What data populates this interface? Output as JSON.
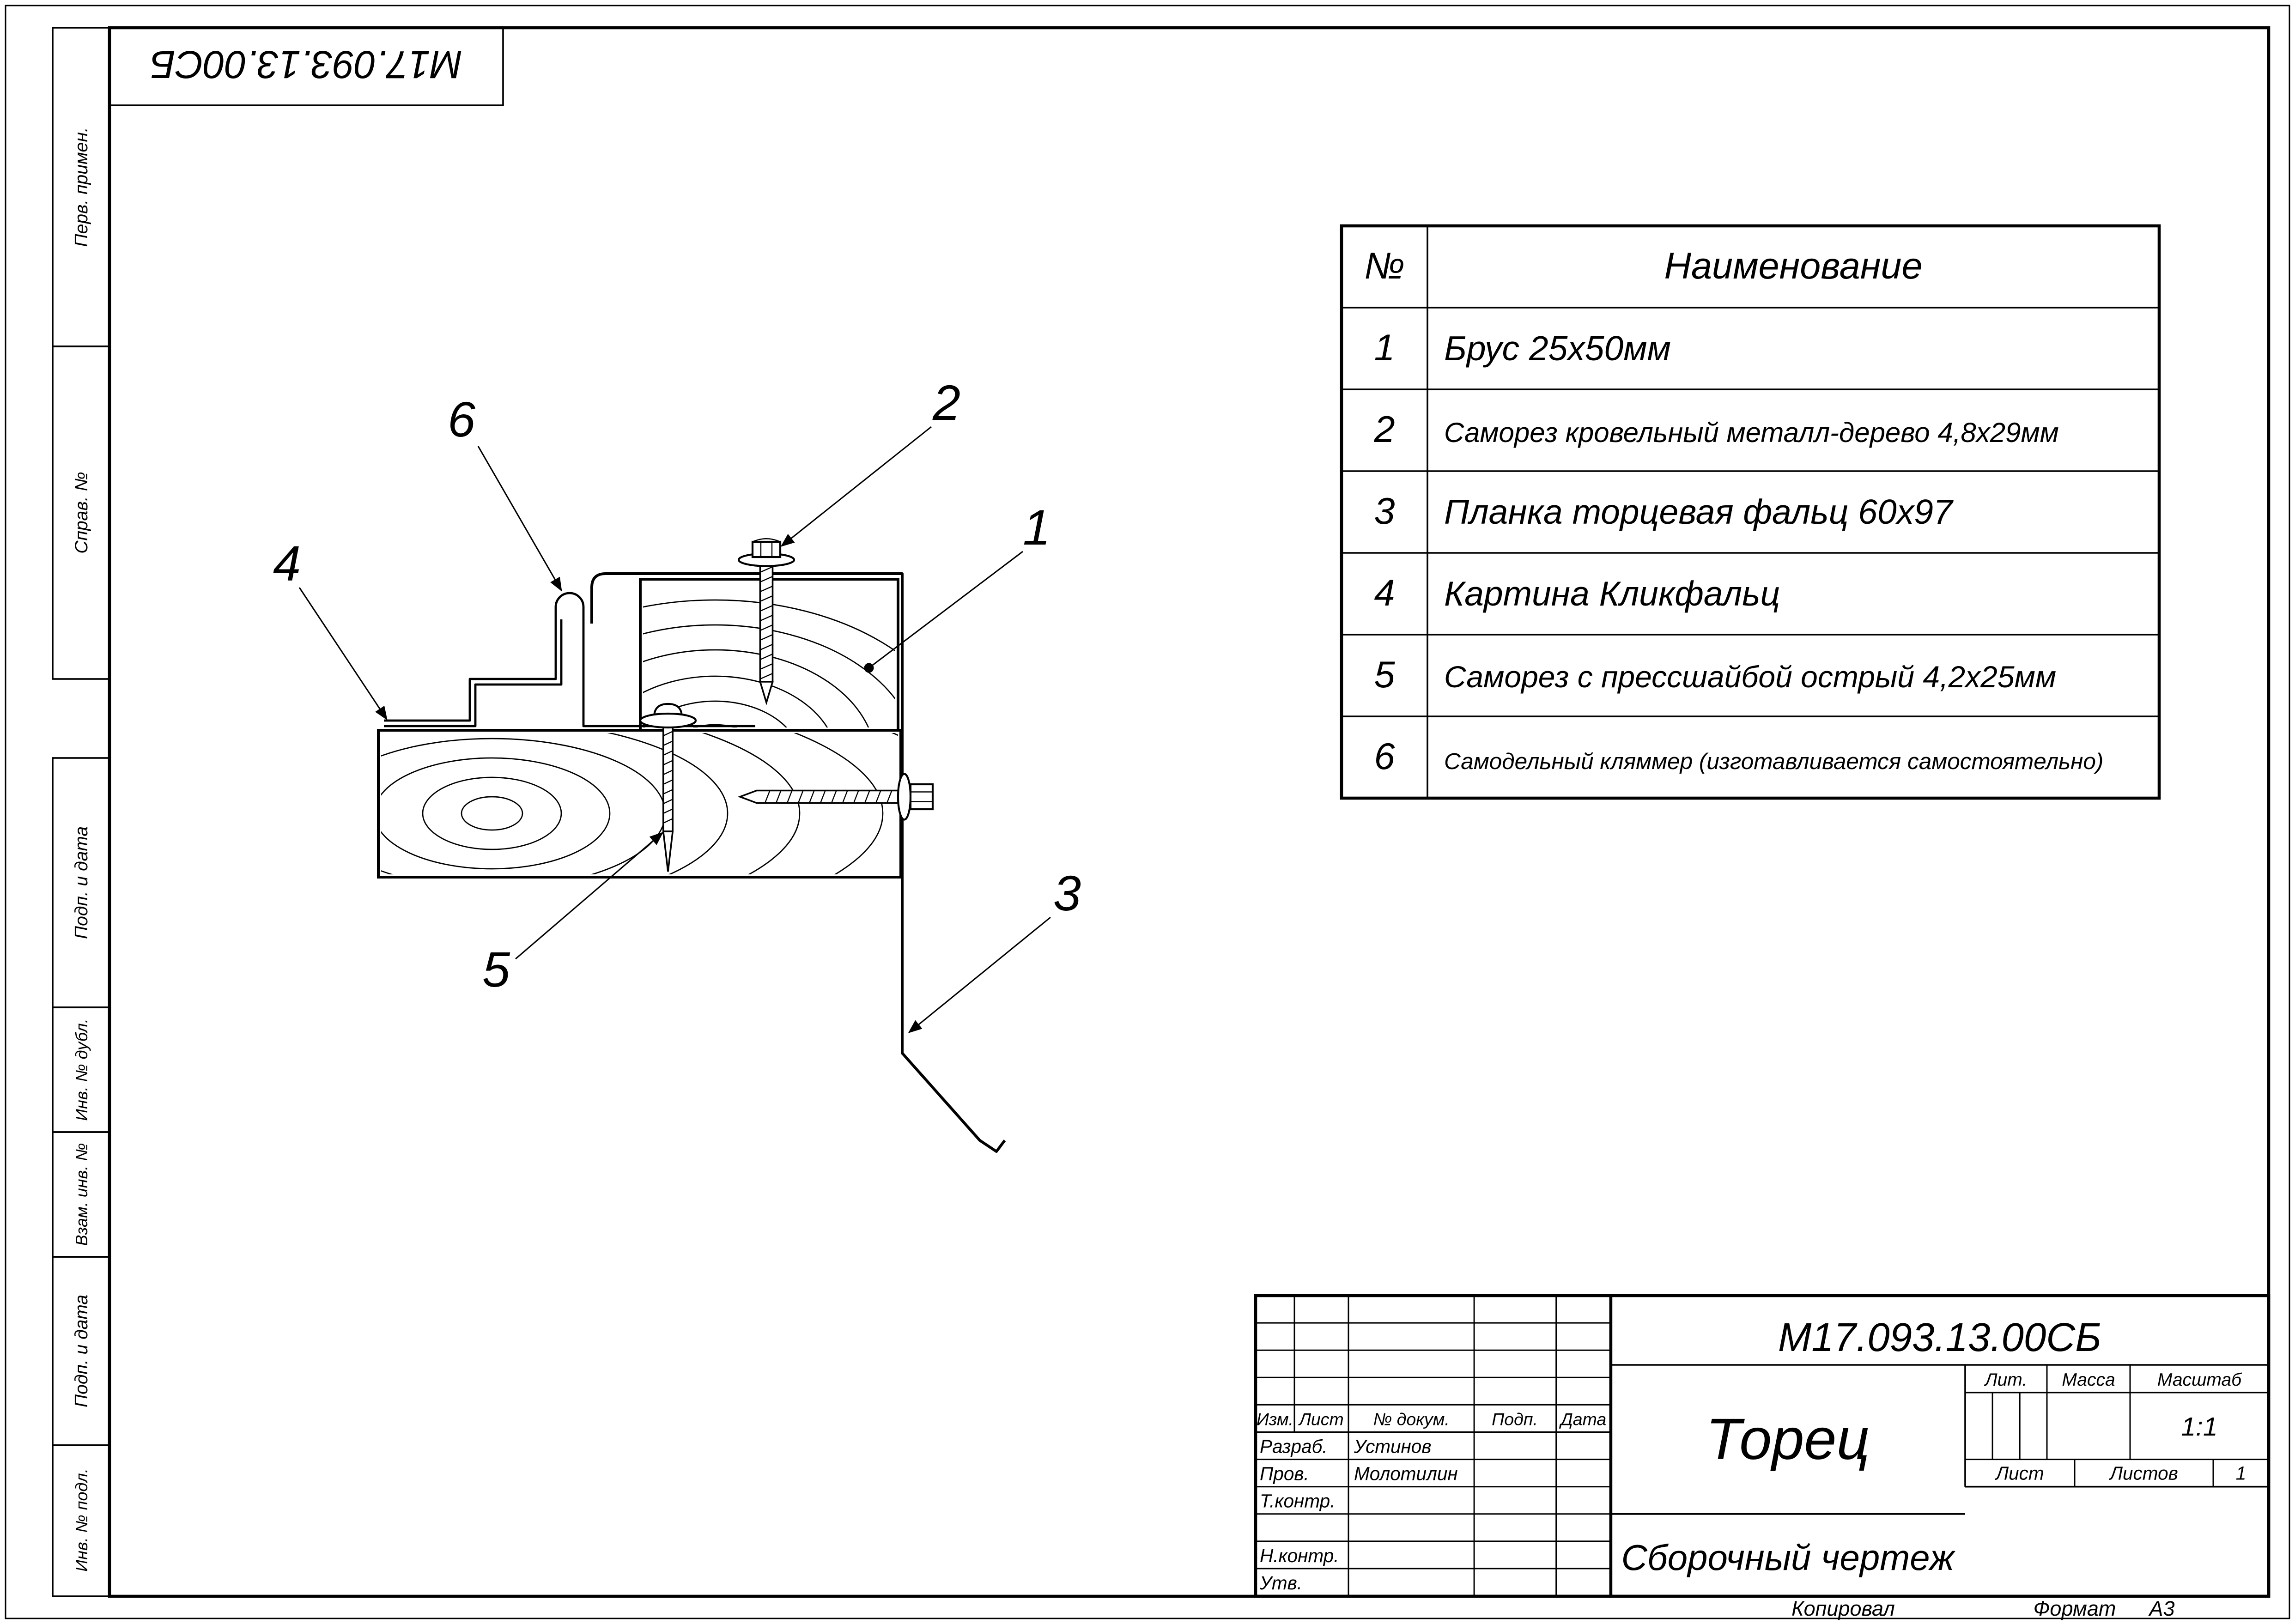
{
  "sheet": {
    "stamp_top": "М17.093.13.00СБ",
    "footer": {
      "copied": "Копировал",
      "format_label": "Формат",
      "format_value": "А3"
    }
  },
  "side_labels": {
    "perv_primen": "Перв. примен.",
    "sprav_no": "Справ. №",
    "podp_data_1": "Подп. и дата",
    "inv_dubl": "Инв. № дубл.",
    "vzam_inv": "Взам. инв. №",
    "podp_data_2": "Подп. и дата",
    "inv_podl": "Инв. № подл."
  },
  "parts_table": {
    "headers": {
      "num": "№",
      "name": "Наименование"
    },
    "rows": [
      {
        "num": "1",
        "name": "Брус 25х50мм"
      },
      {
        "num": "2",
        "name": "Саморез кровельный металл-дерево 4,8х29мм"
      },
      {
        "num": "3",
        "name": "Планка торцевая фальц 60х97"
      },
      {
        "num": "4",
        "name": "Картина Кликфальц"
      },
      {
        "num": "5",
        "name": "Саморез с прессшайбой острый 4,2х25мм"
      },
      {
        "num": "6",
        "name": "Самодельный кляммер (изготавливается самостоятельно)"
      }
    ]
  },
  "callouts": {
    "c1": "1",
    "c2": "2",
    "c3": "3",
    "c4": "4",
    "c5": "5",
    "c6": "6"
  },
  "title_block": {
    "doc_number": "М17.093.13.00СБ",
    "title": "Торец",
    "doc_type": "Сборочный чертеж",
    "labels": {
      "izm": "Изм.",
      "list": "Лист",
      "n_dokum": "№ докум.",
      "podp": "Подп.",
      "data": "Дата",
      "razrab": "Разраб.",
      "prov": "Пров.",
      "t_kontr": "Т.контр.",
      "n_kontr": "Н.контр.",
      "utv": "Утв.",
      "lit": "Лит.",
      "massa": "Масса",
      "masshtab": "Масштаб",
      "list2": "Лист",
      "listov": "Листов"
    },
    "values": {
      "razrab_name": "Устинов",
      "prov_name": "Молотилин",
      "scale": "1:1",
      "listov_value": "1"
    }
  }
}
